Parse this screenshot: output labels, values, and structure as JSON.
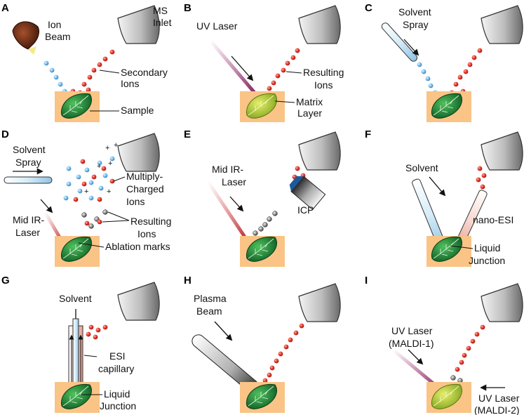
{
  "panels": [
    {
      "id": "A",
      "labels": [
        "Ion",
        "Beam",
        "MS",
        "Inlet",
        "Secondary",
        "Ions",
        "Sample"
      ]
    },
    {
      "id": "B",
      "labels": [
        "UV Laser",
        "Resulting",
        "Ions",
        "Matrix",
        "Layer"
      ]
    },
    {
      "id": "C",
      "labels": [
        "Solvent",
        "Spray"
      ]
    },
    {
      "id": "D",
      "labels": [
        "Solvent",
        "Spray",
        "Multiply-",
        "Charged",
        "Ions",
        "Resulting",
        "Ions",
        "Mid IR-",
        "Laser",
        "Ablation marks"
      ]
    },
    {
      "id": "E",
      "labels": [
        "Mid IR-",
        "Laser",
        "ICP"
      ]
    },
    {
      "id": "F",
      "labels": [
        "Solvent",
        "nano-ESI",
        "Liquid",
        "Junction"
      ]
    },
    {
      "id": "G",
      "labels": [
        "Solvent",
        "ESI",
        "capillary",
        "Liquid",
        "Junction"
      ]
    },
    {
      "id": "H",
      "labels": [
        "Plasma",
        "Beam"
      ]
    },
    {
      "id": "I",
      "labels": [
        "UV Laser",
        "(MALDI-1)",
        "UV Laser",
        "(MALDI-2)"
      ]
    }
  ],
  "colors": {
    "sample": "#f9c486",
    "leaf": "#1f8a3a",
    "leafMatrix": "#b8d13a",
    "ionRed": "#e0322b",
    "ionBlue": "#6fb4e6",
    "ionGray": "#8a8a8a",
    "inlet": "#9a9a9a",
    "uvLaser": "#9b2a6e",
    "irLaser": "#c8282e"
  },
  "icons": [
    "ion-beam-source-icon",
    "ms-inlet-icon",
    "leaf-icon",
    "laser-beam-icon",
    "solvent-capillary-icon",
    "icp-torch-icon",
    "plasma-beam-icon"
  ]
}
